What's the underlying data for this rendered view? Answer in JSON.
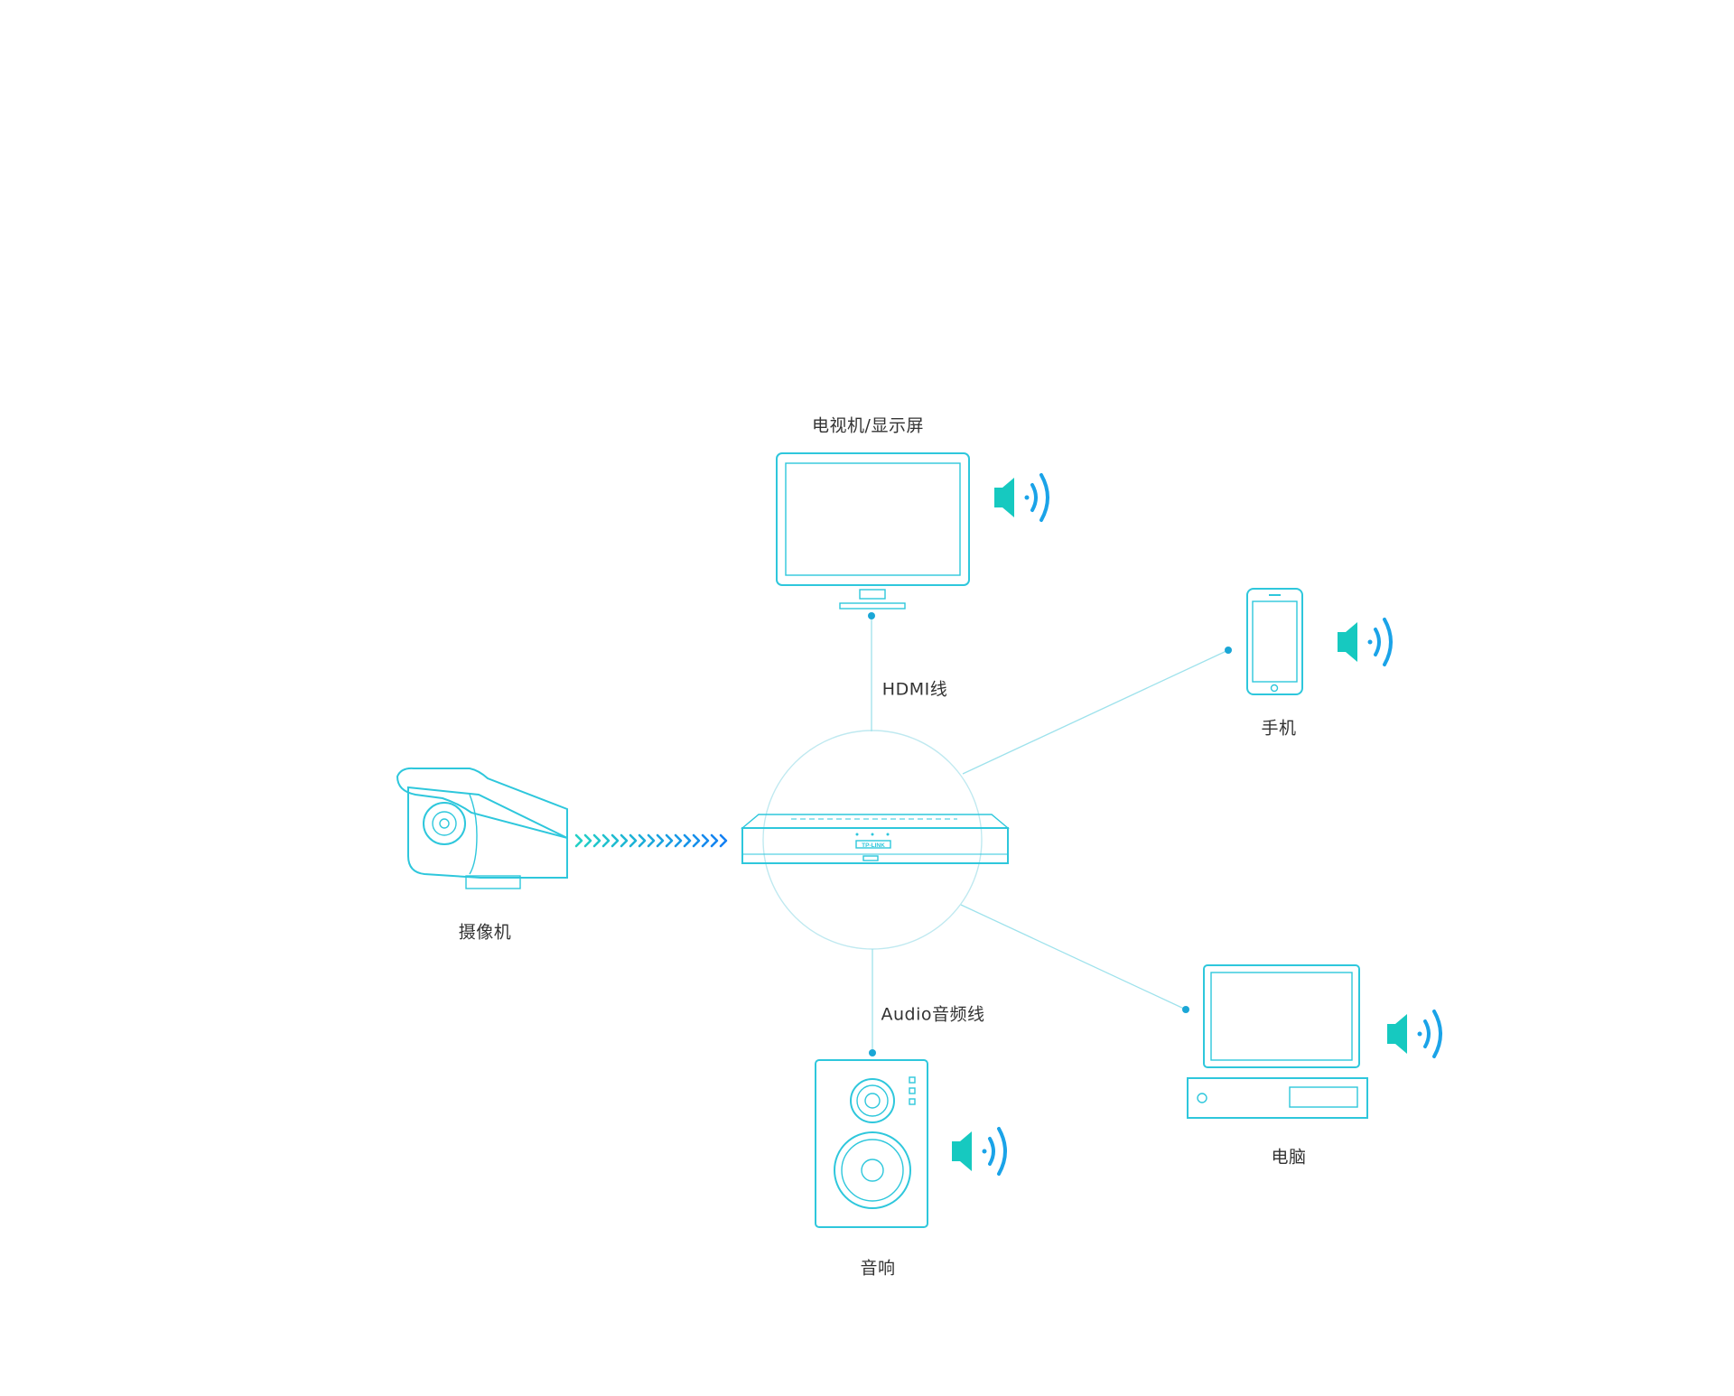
{
  "diagram": {
    "nodes": {
      "tv": {
        "label": "电视机/显示屏",
        "icon": "tv-monitor-icon"
      },
      "phone": {
        "label": "手机",
        "icon": "smartphone-icon"
      },
      "camera": {
        "label": "摄像机",
        "icon": "bullet-camera-icon"
      },
      "pc": {
        "label": "电脑",
        "icon": "desktop-computer-icon"
      },
      "speaker": {
        "label": "音响",
        "icon": "speaker-icon"
      },
      "nvr": {
        "brand": "TP-LINK",
        "icon": "nvr-recorder-icon"
      }
    },
    "edges": {
      "hdmi": {
        "label": "HDMI线"
      },
      "audio": {
        "label": "Audio音频线"
      }
    }
  },
  "colors": {
    "outline": "#2ec7dc",
    "connector": "#9ee2ec",
    "speaker_icon": "#16c9c0",
    "sound_wave": "#1aa3e8",
    "label_text": "#333333"
  }
}
